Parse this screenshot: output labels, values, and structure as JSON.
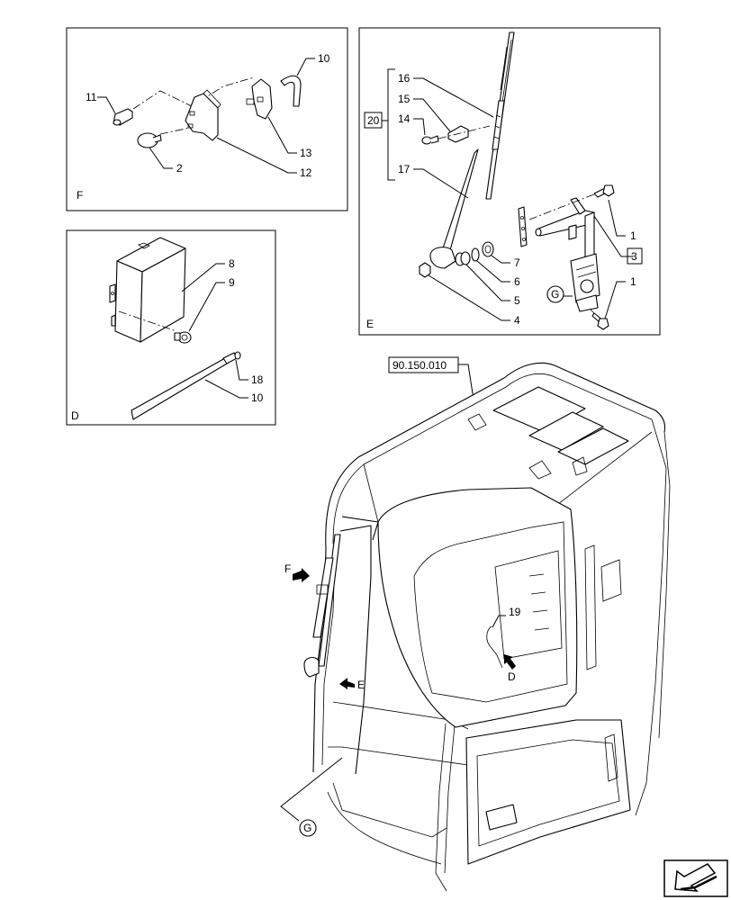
{
  "panels": {
    "F": {
      "letter": "F",
      "callouts": {
        "c11": "11",
        "c10": "10",
        "c13": "13",
        "c2": "2",
        "c12": "12"
      }
    },
    "E": {
      "letter": "E",
      "group": "20",
      "callouts": {
        "c16": "16",
        "c15": "15",
        "c14": "14",
        "c17": "17",
        "c1a": "1",
        "c3": "3",
        "c7": "7",
        "c6": "6",
        "c5": "5",
        "c4": "4",
        "c1b": "1"
      },
      "circle_ref": "G"
    },
    "D": {
      "letter": "D",
      "callouts": {
        "c8": "8",
        "c9": "9",
        "c18": "18",
        "c10": "10"
      }
    }
  },
  "main": {
    "ref_box": "90.150.010",
    "callout19": "19",
    "view_F": "F",
    "view_E": "E",
    "view_D": "D",
    "view_G": "G"
  },
  "icons": {
    "corner": "direction-arrow-icon"
  }
}
